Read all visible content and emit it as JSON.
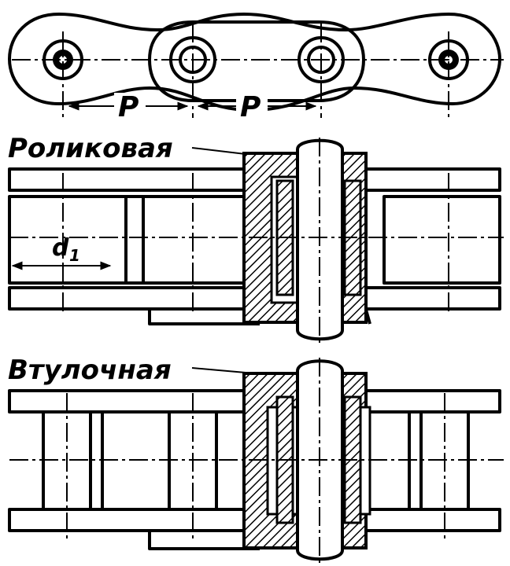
{
  "labels": {
    "pitch_left": "P",
    "pitch_right": "P",
    "roller_title": "Роликовая",
    "bushing_title": "Втулочная",
    "diameter_main": "d",
    "diameter_sub": "1"
  },
  "colors": {
    "ink": "#000000",
    "paper": "#ffffff"
  }
}
